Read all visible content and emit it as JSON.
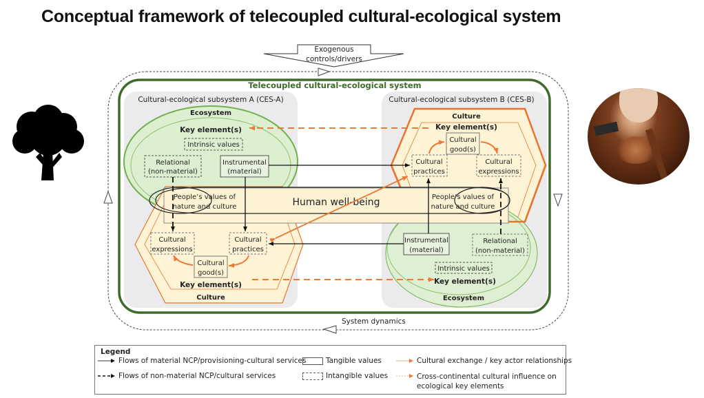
{
  "title": "Conceptual framework of telecoupled cultural-ecological system",
  "exogenous": {
    "line1": "Exogenous",
    "line2": "controls/drivers"
  },
  "system_label": "Telecoupled cultural-ecological system",
  "system_dynamics": "System dynamics",
  "subsystem_a": {
    "label": "Cultural-ecological subsystem A (CES-A)",
    "ecosystem": "Ecosystem",
    "eco_key": "Key element(s)",
    "intrinsic": "Intrinsic values",
    "relational": [
      "Relational",
      "(non-material)"
    ],
    "instrumental": [
      "Instrumental",
      "(material)"
    ],
    "peoples_values": [
      "People’s values of",
      "nature and culture"
    ],
    "cultural_expressions": [
      "Cultural",
      "expressions"
    ],
    "cultural_practices": [
      "Cultural",
      "practices"
    ],
    "cultural_goods": [
      "Cultural",
      "good(s)"
    ],
    "culture_key": "Key element(s)",
    "culture": "Culture"
  },
  "subsystem_b": {
    "label": "Cultural-ecological subsystem B (CES-B)",
    "culture": "Culture",
    "culture_key": "Key element(s)",
    "cultural_goods": [
      "Cultural",
      "good(s)"
    ],
    "cultural_practices": [
      "Cultural",
      "practices"
    ],
    "cultural_expressions": [
      "Cultural",
      "expressions"
    ],
    "peoples_values": [
      "People’s values of",
      "nature and culture"
    ],
    "instrumental": [
      "Instrumental",
      "(material)"
    ],
    "relational": [
      "Relational",
      "(non-material)"
    ],
    "intrinsic": "Intrinsic values",
    "eco_key": "Key element(s)",
    "ecosystem": "Ecosystem"
  },
  "human_wellbeing": "Human well-being",
  "legend": {
    "title": "Legend",
    "items": [
      {
        "label": "Flows of material NCP/provisioning-cultural services",
        "symbol": "solid-black-arrow"
      },
      {
        "label": "Flows of non-material NCP/cultural services",
        "symbol": "dashed-black-arrow"
      },
      {
        "label": "Tangible values",
        "symbol": "solid-box"
      },
      {
        "label": "Intangible values",
        "symbol": "dashed-box"
      },
      {
        "label": "Cultural exchange / key actor relationships",
        "symbol": "solid-orange-arrow"
      },
      {
        "label": "Cross-continental cultural influence on",
        "label2": "ecological key elements",
        "symbol": "dotted-orange-arrow"
      }
    ]
  },
  "colors": {
    "system_border": "#3f6b2a",
    "ecosystem_fill": "#dcefd0",
    "ecosystem_stroke": "#72b04d",
    "culture_fill": "#fff3d6",
    "culture_stroke": "#e8752d",
    "subsystem_fill": "#ebebee",
    "orange_arrow": "#ea7a34"
  },
  "images": {
    "left": "tree-icon",
    "right": "craft-photo"
  }
}
